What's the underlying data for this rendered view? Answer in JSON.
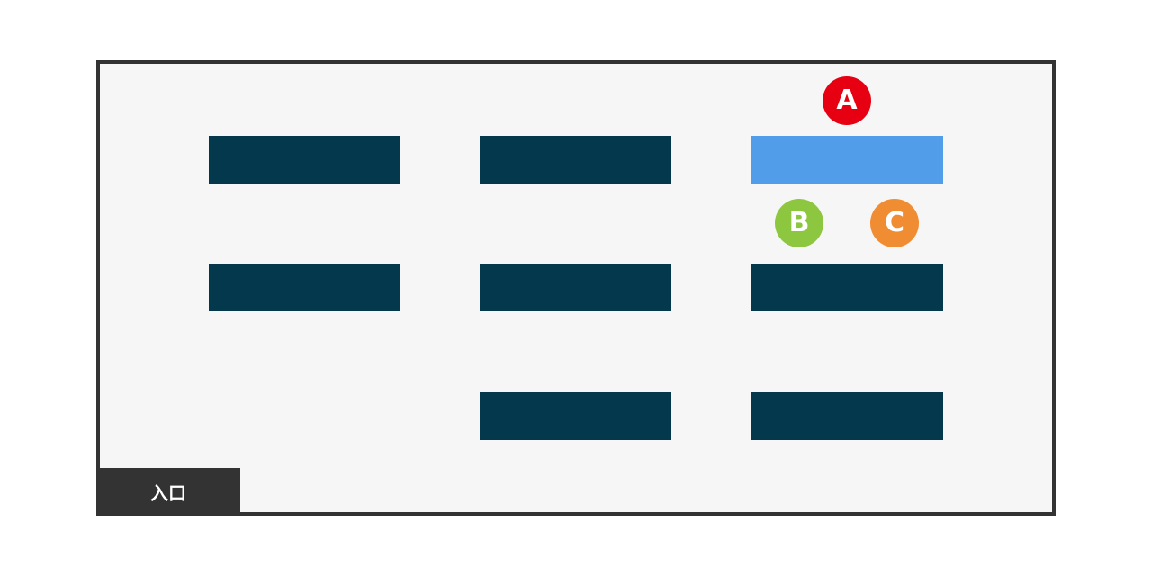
{
  "diagram": {
    "entrance_label": "入口",
    "colors": {
      "desk": "#04384d",
      "highlighted_desk": "#519dea",
      "room_bg": "#f6f6f6",
      "wall": "#333333"
    },
    "desks": [
      {
        "row": 1,
        "col": 1,
        "highlighted": false
      },
      {
        "row": 1,
        "col": 2,
        "highlighted": false
      },
      {
        "row": 1,
        "col": 3,
        "highlighted": true
      },
      {
        "row": 2,
        "col": 1,
        "highlighted": false
      },
      {
        "row": 2,
        "col": 2,
        "highlighted": false
      },
      {
        "row": 2,
        "col": 3,
        "highlighted": false
      },
      {
        "row": 3,
        "col": 2,
        "highlighted": false
      },
      {
        "row": 3,
        "col": 3,
        "highlighted": false
      }
    ],
    "markers": [
      {
        "label": "A",
        "color": "#e60012"
      },
      {
        "label": "B",
        "color": "#8dc63f"
      },
      {
        "label": "C",
        "color": "#f08c32"
      }
    ]
  }
}
